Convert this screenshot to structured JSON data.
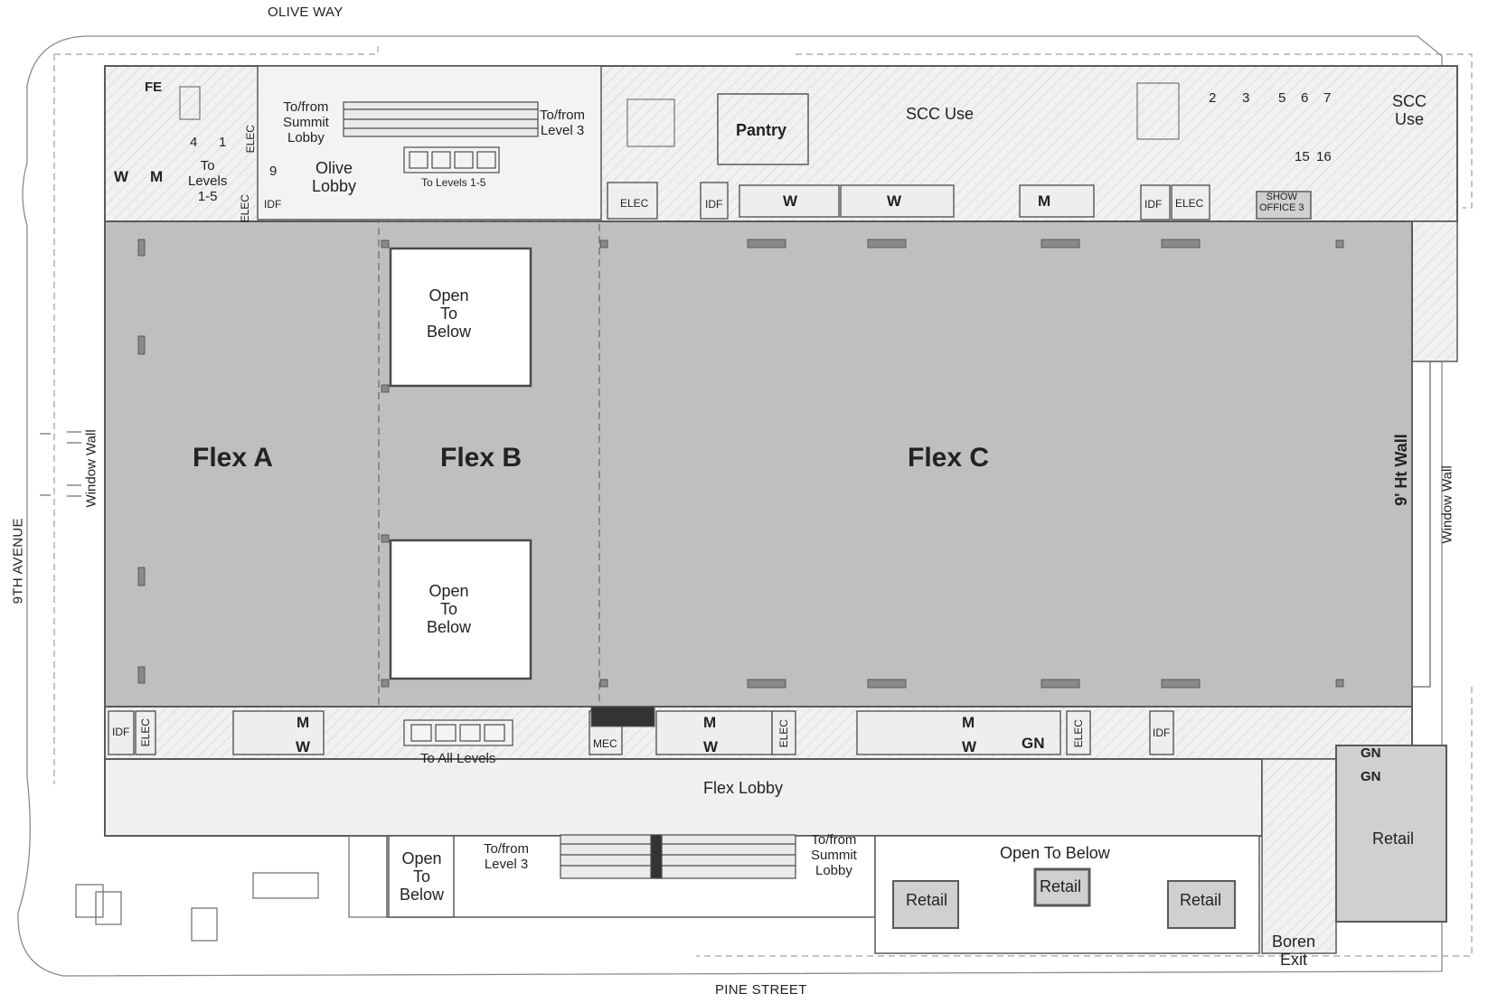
{
  "streets": {
    "north": "OLIVE WAY",
    "south": "PINE STREET",
    "west": "9TH AVENUE"
  },
  "halls": {
    "flex_a": "Flex A",
    "flex_b": "Flex B",
    "flex_c": "Flex C"
  },
  "open_to_below": "Open\nTo\nBelow",
  "open_to_below_south": "Open To Below",
  "walls": {
    "window_wall": "Window Wall",
    "ht_wall": "9' Ht Wall"
  },
  "lobbies": {
    "olive": "Olive\nLobby",
    "flex": "Flex Lobby"
  },
  "north_labels": {
    "to_from_summit": "To/from\nSummit\nLobby",
    "to_from_level3": "To/from\nLevel 3",
    "to_levels_1_5": "To Levels 1-5",
    "to_levels_stack": "To\nLevels\n1-5",
    "pantry": "Pantry",
    "scc_use": "SCC Use",
    "scc_use_corner": "SCC\nUse",
    "show_office": "SHOW\nOFFICE 3",
    "fe": "FE"
  },
  "south_labels": {
    "to_all_levels": "To All Levels",
    "to_from_level3": "To/from\nLevel 3",
    "to_from_summit": "To/from\nSummit\nLobby",
    "retail": "Retail",
    "boren_exit": "Boren\nExit"
  },
  "service_rooms": {
    "w": "W",
    "m": "M",
    "elec": "ELEC",
    "idf": "IDF",
    "mec": "MEC",
    "gn": "GN"
  },
  "elevator_numbers": [
    "4",
    "1",
    "9",
    "2",
    "3",
    "5",
    "6",
    "7",
    "15",
    "16"
  ],
  "colors": {
    "hall_fill": "#bdbfc1",
    "open_fill": "#ffffff",
    "service_fill": "#e9eaea",
    "wall": "#5a5a5a",
    "hatch": "#d9d9d9"
  }
}
